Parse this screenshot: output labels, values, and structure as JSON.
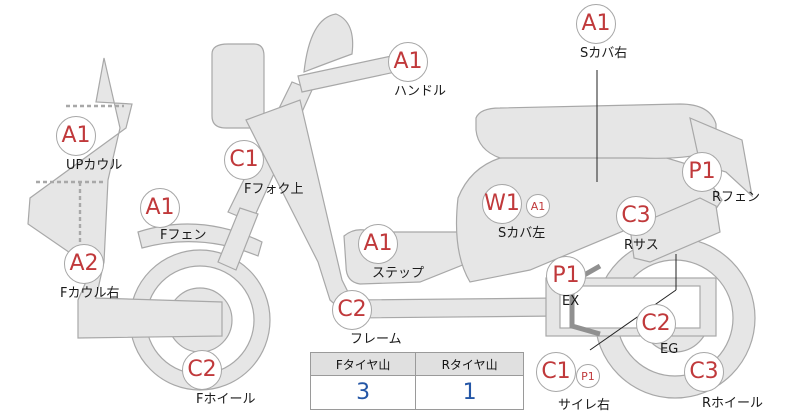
{
  "parts": [
    {
      "id": "handle",
      "grade": "A1",
      "label": "ハンドル"
    },
    {
      "id": "seat-cover-right",
      "grade": "A1",
      "label": "Sカバ右"
    },
    {
      "id": "up-cowl",
      "grade": "A1",
      "label": "UPカウル"
    },
    {
      "id": "front-fork-upper",
      "grade": "C1",
      "label": "Fフォク上"
    },
    {
      "id": "rear-fender",
      "grade": "P1",
      "label": "Rフェン"
    },
    {
      "id": "front-fender",
      "grade": "A1",
      "label": "Fフェン"
    },
    {
      "id": "seat-cover-left",
      "grade": "W1",
      "sub_grade": "A1",
      "label": "Sカバ左"
    },
    {
      "id": "rear-suspension",
      "grade": "C3",
      "label": "Rサス"
    },
    {
      "id": "step",
      "grade": "A1",
      "label": "ステップ"
    },
    {
      "id": "front-cowl-right",
      "grade": "A2",
      "label": "Fカウル右"
    },
    {
      "id": "exhaust",
      "grade": "P1",
      "label": "EX"
    },
    {
      "id": "frame",
      "grade": "C2",
      "label": "フレーム"
    },
    {
      "id": "engine",
      "grade": "C2",
      "label": "EG"
    },
    {
      "id": "front-wheel",
      "grade": "C2",
      "label": "Fホイール"
    },
    {
      "id": "muffler-right",
      "grade": "C1",
      "sub_grade": "P1",
      "label": "サイレ右"
    },
    {
      "id": "rear-wheel",
      "grade": "C3",
      "label": "Rホイール"
    }
  ],
  "tread_table": {
    "headers": [
      "Fタイヤ山",
      "Rタイヤ山"
    ],
    "values": [
      "3",
      "1"
    ]
  },
  "colors": {
    "grade_text": "#c0393b",
    "tread_value": "#2456a6",
    "body_fill": "#e6e6e6",
    "body_stroke": "#a8a8a8"
  }
}
